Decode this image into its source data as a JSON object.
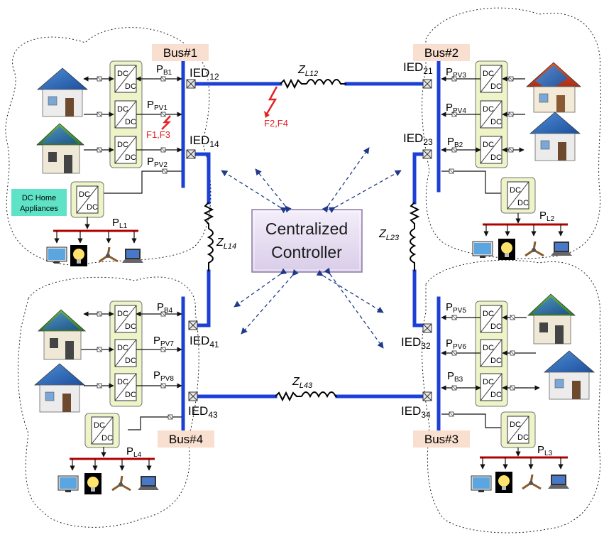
{
  "controller": {
    "line1": "Centralized",
    "line2": "Controller"
  },
  "buses": {
    "b1": "Bus#1",
    "b2": "Bus#2",
    "b3": "Bus#3",
    "b4": "Bus#4"
  },
  "ieds": {
    "ied12": {
      "base": "IED",
      "sub": "12"
    },
    "ied14": {
      "base": "IED",
      "sub": "14"
    },
    "ied21": {
      "base": "IED",
      "sub": "21"
    },
    "ied23": {
      "base": "IED",
      "sub": "23"
    },
    "ied41": {
      "base": "IED",
      "sub": "41"
    },
    "ied43": {
      "base": "IED",
      "sub": "43"
    },
    "ied32": {
      "base": "IED",
      "sub": "32"
    },
    "ied34": {
      "base": "IED",
      "sub": "34"
    }
  },
  "lines": {
    "l12": {
      "base": "Z",
      "sub": "L12"
    },
    "l14": {
      "base": "Z",
      "sub": "L14"
    },
    "l23": {
      "base": "Z",
      "sub": "L23"
    },
    "l43": {
      "base": "Z",
      "sub": "L43"
    }
  },
  "faults": {
    "f13": "F1,F3",
    "f24": "F2,F4"
  },
  "powers": {
    "pb1": {
      "base": "P",
      "sub": "B1"
    },
    "ppv1": {
      "base": "P",
      "sub": "PV1"
    },
    "ppv2": {
      "base": "P",
      "sub": "PV2"
    },
    "pl1": {
      "base": "P",
      "sub": "L1"
    },
    "ppv3": {
      "base": "P",
      "sub": "PV3"
    },
    "ppv4": {
      "base": "P",
      "sub": "PV4"
    },
    "pb2": {
      "base": "P",
      "sub": "B2"
    },
    "pl2": {
      "base": "P",
      "sub": "L2"
    },
    "pb4": {
      "base": "P",
      "sub": "B4"
    },
    "ppv7": {
      "base": "P",
      "sub": "PV7"
    },
    "ppv8": {
      "base": "P",
      "sub": "PV8"
    },
    "pl4": {
      "base": "P",
      "sub": "L4"
    },
    "ppv5": {
      "base": "P",
      "sub": "PV5"
    },
    "ppv6": {
      "base": "P",
      "sub": "PV6"
    },
    "pb3": {
      "base": "P",
      "sub": "B3"
    },
    "pl3": {
      "base": "P",
      "sub": "L3"
    }
  },
  "converter": {
    "top": "DC",
    "bottom": "DC"
  },
  "appliance_label": {
    "line1": "DC Home",
    "line2": "Appliances"
  },
  "colors": {
    "bus": "#1c3fd6",
    "fault": "#e32222",
    "load_bus": "#b00000",
    "converter_bg": "#eef3c8",
    "bus_label_bg": "#f9dfcf"
  }
}
